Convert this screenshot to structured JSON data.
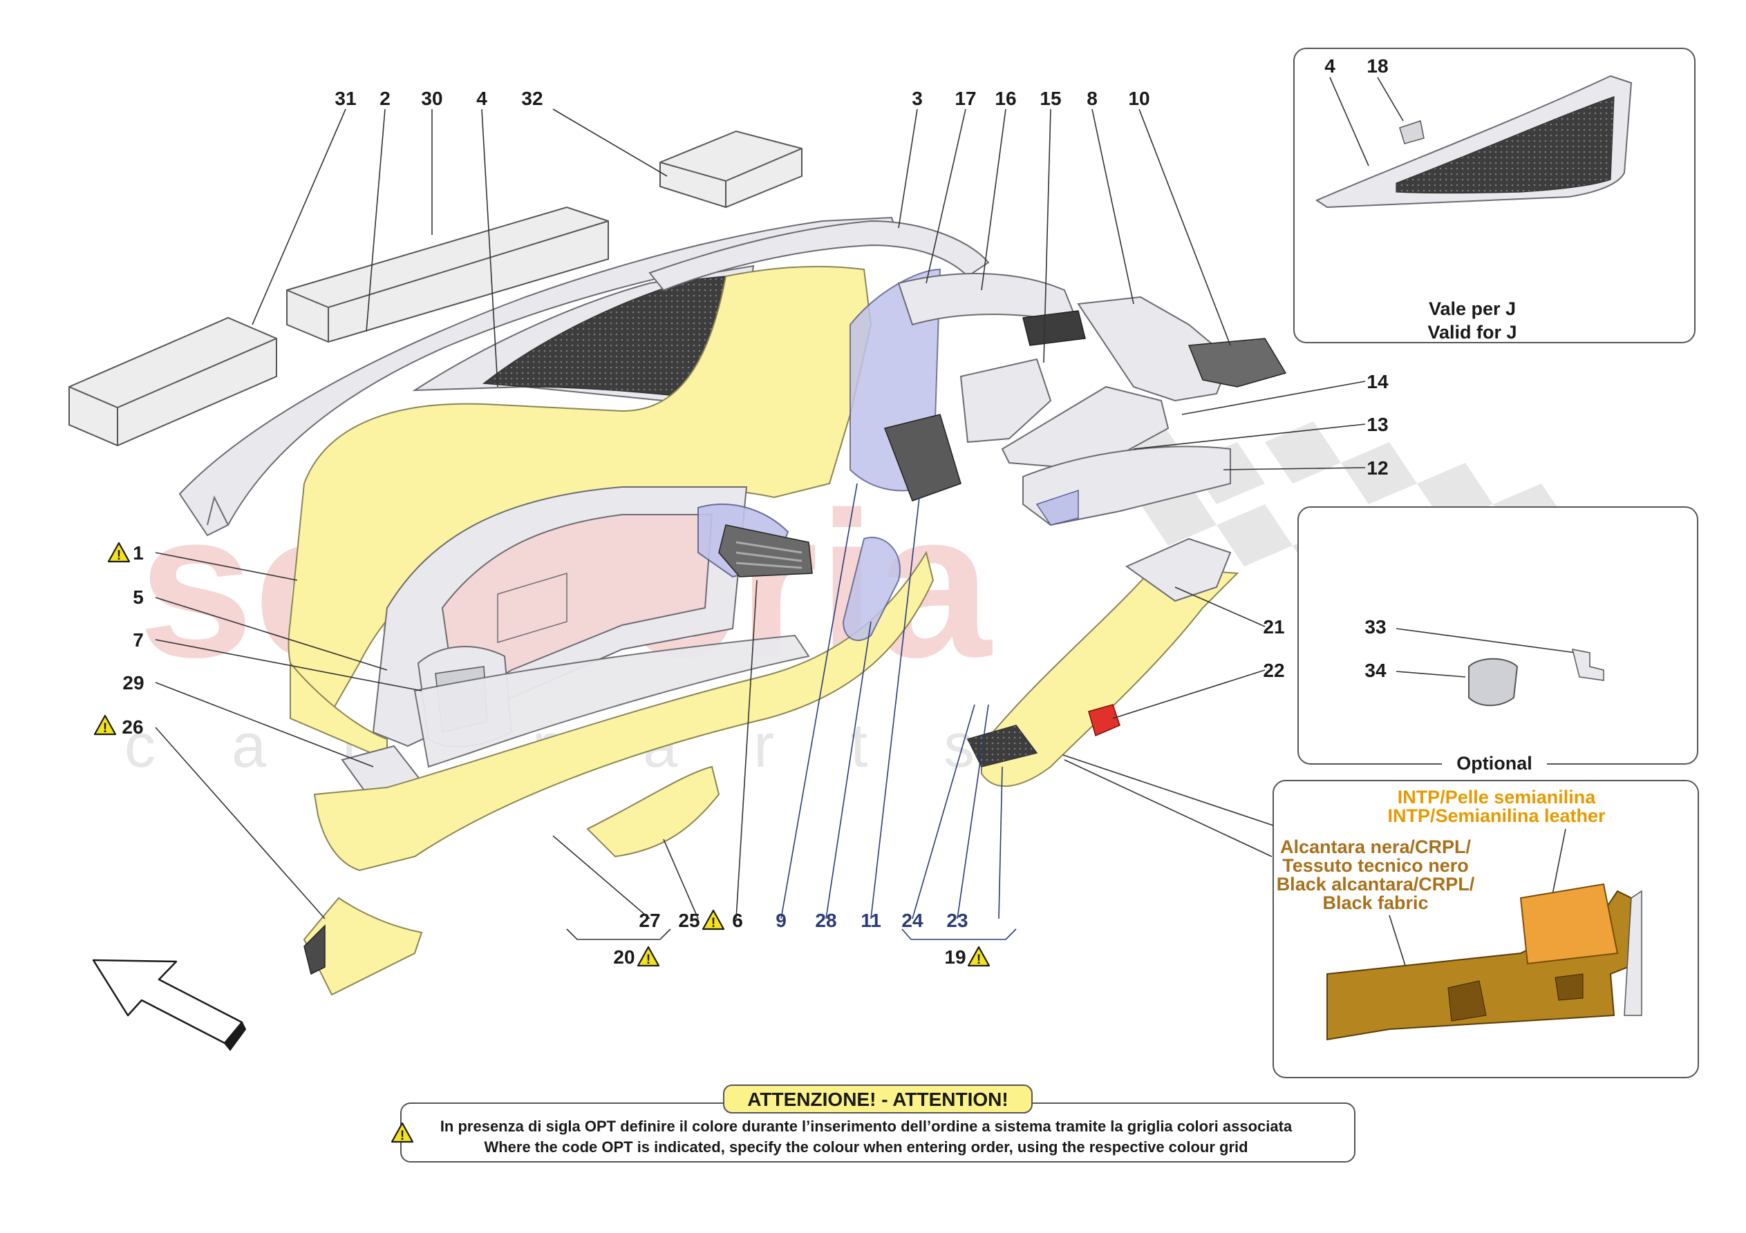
{
  "watermark": {
    "main": "scuderia",
    "sub": "car parts"
  },
  "callouts": {
    "c31": "31",
    "c2": "2",
    "c30": "30",
    "c4": "4",
    "c32": "32",
    "c3": "3",
    "c17": "17",
    "c16": "16",
    "c15": "15",
    "c8": "8",
    "c10": "10",
    "c14": "14",
    "c13": "13",
    "c12": "12",
    "c21": "21",
    "c22": "22",
    "c1": "1",
    "c5": "5",
    "c7": "7",
    "c29": "29",
    "c26": "26",
    "c27": "27",
    "c20": "20",
    "c25": "25",
    "c6": "6",
    "c9": "9",
    "c28": "28",
    "c11": "11",
    "c24": "24",
    "c23": "23",
    "c19": "19"
  },
  "inset_j": {
    "label_it": "Vale per J",
    "label_en": "Valid for J",
    "c4": "4",
    "c18": "18"
  },
  "inset_optional": {
    "label": "Optional",
    "c33": "33",
    "c34": "34"
  },
  "inset_colors": {
    "orange_line1": "INTP/Pelle semianilina",
    "orange_line2": "INTP/Semianilina leather",
    "brown_line1": "Alcantara nera/CRPL/",
    "brown_line2": "Tessuto tecnico nero",
    "brown_line3": "Black alcantara/CRPL/",
    "brown_line4": "Black fabric",
    "colors": {
      "orange": "#e69a00",
      "brown": "#a8701a"
    }
  },
  "attention": {
    "title": "ATTENZIONE! - ATTENTION!",
    "line_it": "In presenza di sigla OPT definire il colore durante l’inserimento dell’ordine a sistema tramite la griglia colori associata",
    "line_en": "Where the code OPT is indicated, specify the colour when entering order, using the respective colour grid",
    "title_bg": "#fbf28a"
  },
  "icons": {
    "warning": "warning-triangle-icon",
    "direction": "direction-arrow-icon"
  }
}
